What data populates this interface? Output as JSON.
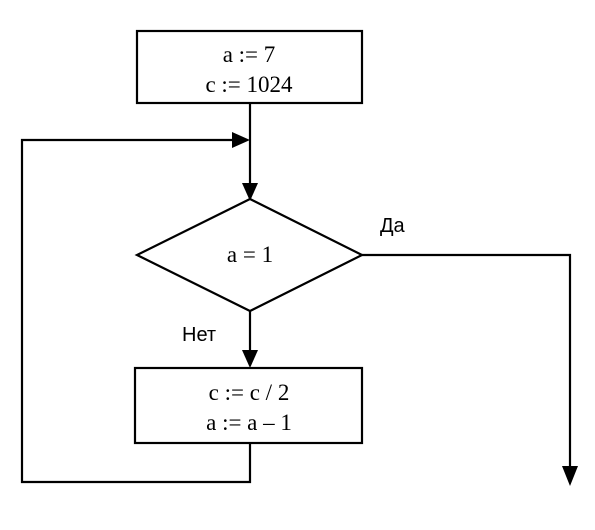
{
  "diagram": {
    "type": "flowchart",
    "init_block": {
      "line1": "a := 7",
      "line2": "c := 1024"
    },
    "condition": {
      "text": "a = 1",
      "yes_label": "Да",
      "no_label": "Нет"
    },
    "loop_block": {
      "line1": "c := c / 2",
      "line2": "a := a – 1"
    }
  }
}
